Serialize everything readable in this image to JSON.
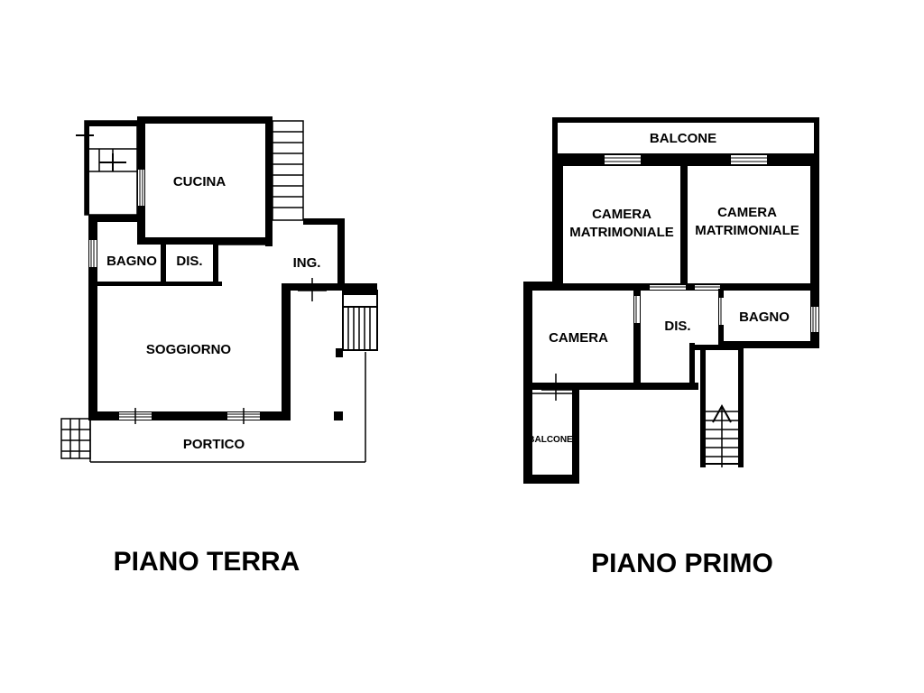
{
  "floors": {
    "ground": {
      "title": "PIANO TERRA",
      "rooms": {
        "cucina": "CUCINA",
        "bagno": "BAGNO",
        "dis": "DIS.",
        "ing": "ING.",
        "soggiorno": "SOGGIORNO",
        "portico": "PORTICO"
      }
    },
    "first": {
      "title": "PIANO PRIMO",
      "rooms": {
        "balcone_top": "BALCONE",
        "camera_matrimoniale_1_line1": "CAMERA",
        "camera_matrimoniale_1_line2": "MATRIMONIALE",
        "camera_matrimoniale_2_line1": "CAMERA",
        "camera_matrimoniale_2_line2": "MATRIMONIALE",
        "camera": "CAMERA",
        "dis": "DIS.",
        "bagno": "BAGNO",
        "balcone_small": "BALCONE"
      }
    }
  },
  "colors": {
    "wall": "#000000",
    "background": "#ffffff"
  }
}
